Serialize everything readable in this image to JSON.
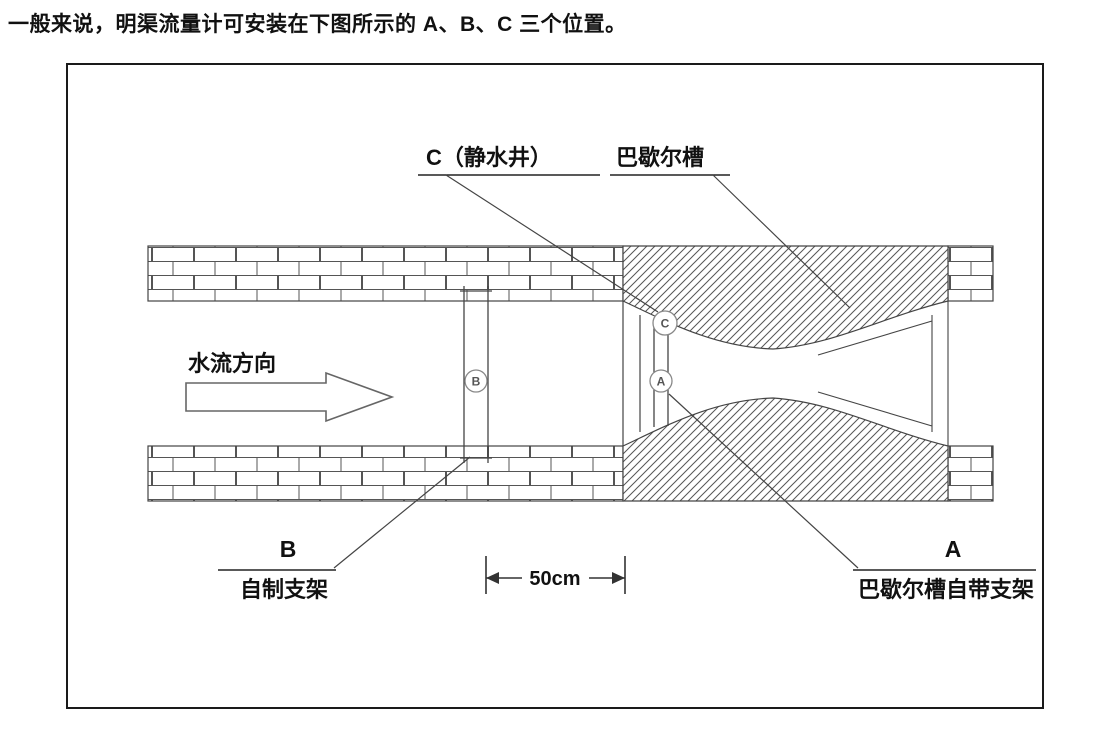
{
  "page": {
    "intro_text": "一般来说，明渠流量计可安装在下图所示的 A、B、C 三个位置。"
  },
  "diagram": {
    "flow_direction_label": "水流方向",
    "stilling_well_label": "C（静水井）",
    "parshall_flume_label": "巴歇尔槽",
    "marker_a": "A",
    "marker_b": "B",
    "marker_c": "C",
    "bracket_b_letter": "B",
    "bracket_b_label": "自制支架",
    "dimension_label": "50cm",
    "bracket_a_letter": "A",
    "bracket_a_label": "巴歇尔槽自带支架"
  }
}
